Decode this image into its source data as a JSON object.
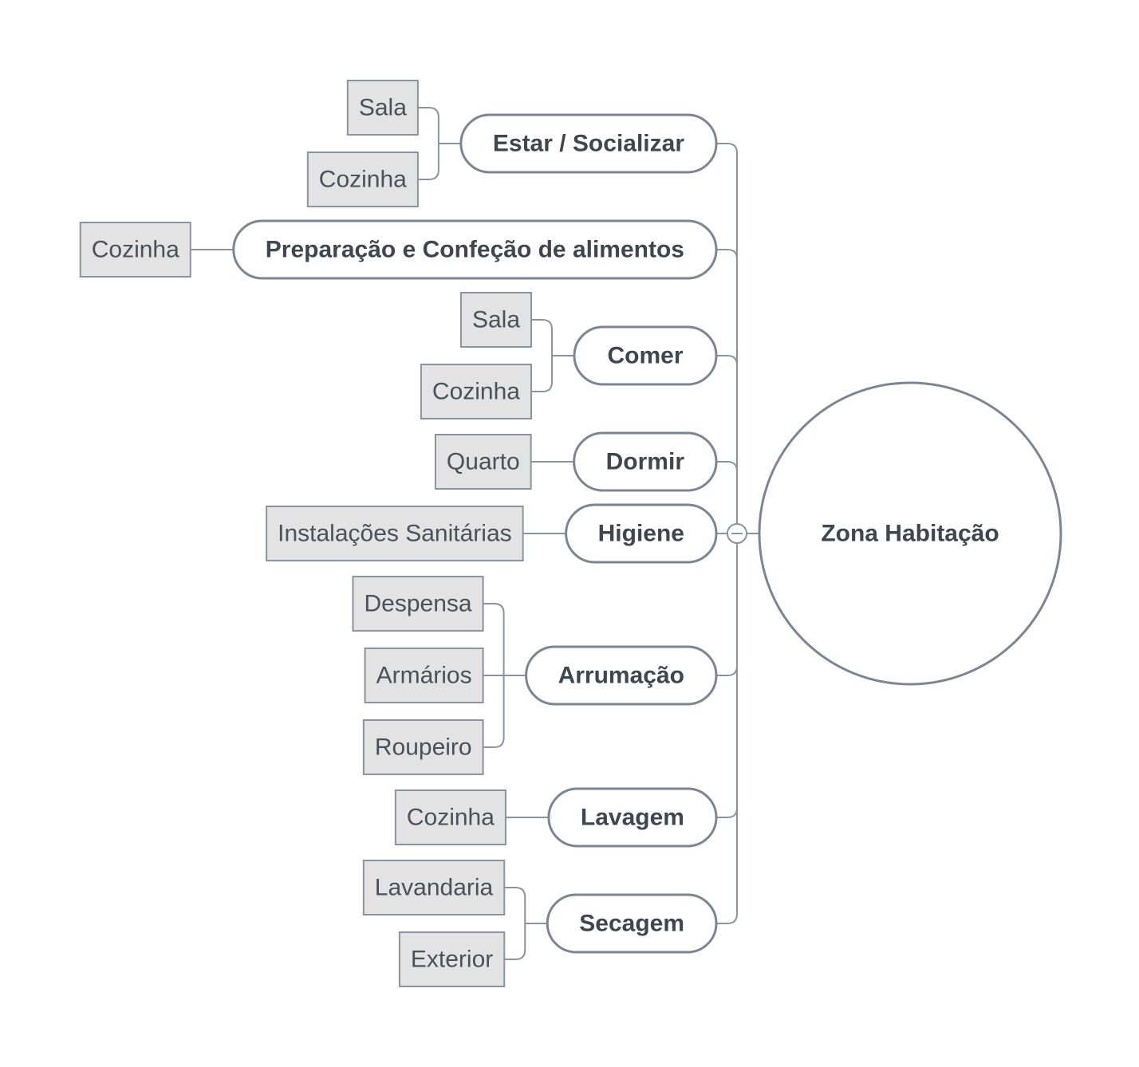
{
  "root": {
    "label": "Zona Habitação"
  },
  "branches": [
    {
      "label": "Estar / Socializar",
      "leaves": [
        "Sala",
        "Cozinha"
      ]
    },
    {
      "label": "Preparação e Confeção de alimentos",
      "leaves": [
        "Cozinha"
      ]
    },
    {
      "label": "Comer",
      "leaves": [
        "Sala",
        "Cozinha"
      ]
    },
    {
      "label": "Dormir",
      "leaves": [
        "Quarto"
      ]
    },
    {
      "label": "Higiene",
      "leaves": [
        "Instalações Sanitárias"
      ]
    },
    {
      "label": "Arrumação",
      "leaves": [
        "Despensa",
        "Armários",
        "Roupeiro"
      ]
    },
    {
      "label": "Lavagem",
      "leaves": [
        "Cozinha"
      ]
    },
    {
      "label": "Secagem",
      "leaves": [
        "Lavandaria",
        "Exterior"
      ]
    }
  ],
  "colors": {
    "node_stroke": "#7c8594",
    "connector": "#8a939f",
    "leaf_fill": "#e3e3e3",
    "text": "#3f4650"
  },
  "icons": {
    "collapse": "collapse-minus-icon"
  }
}
